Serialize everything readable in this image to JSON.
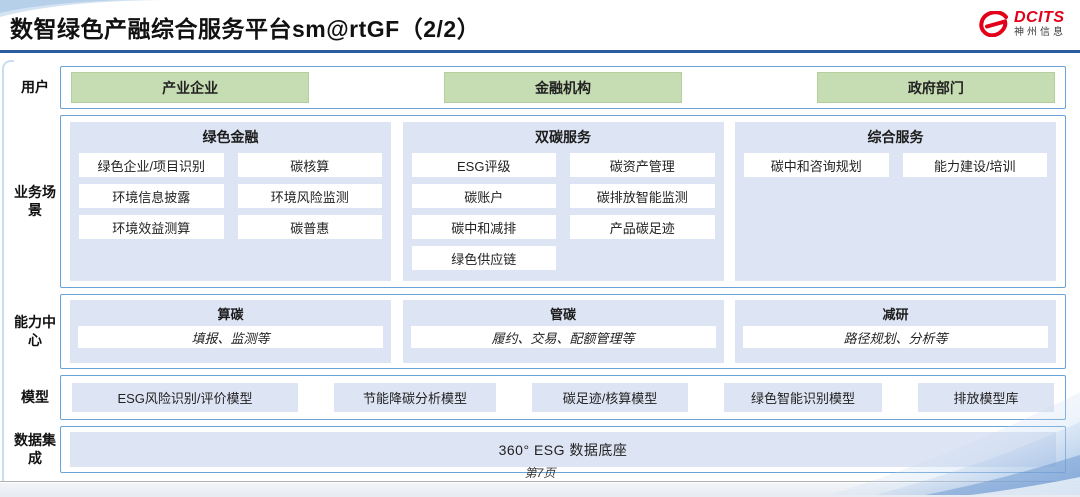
{
  "header": {
    "title": "数智绿色产融综合服务平台sm@rtGF（2/2）",
    "logo_brand": "DCITS",
    "logo_subtitle": "神州信息"
  },
  "diagram": {
    "user_row": {
      "label": "用户",
      "items": [
        "产业企业",
        "金融机构",
        "政府部门"
      ]
    },
    "scenario_row": {
      "label": "业务场景",
      "columns": [
        {
          "title": "绿色金融",
          "items": [
            "绿色企业/项目识别",
            "碳核算",
            "环境信息披露",
            "环境风险监测",
            "环境效益测算",
            "碳普惠"
          ]
        },
        {
          "title": "双碳服务",
          "items": [
            "ESG评级",
            "碳资产管理",
            "碳账户",
            "碳排放智能监测",
            "碳中和减排",
            "产品碳足迹",
            "绿色供应链"
          ]
        },
        {
          "title": "综合服务",
          "items": [
            "碳中和咨询规划",
            "能力建设/培训"
          ]
        }
      ]
    },
    "capability_row": {
      "label": "能力中心",
      "cards": [
        {
          "title": "算碳",
          "desc": "填报、监测等"
        },
        {
          "title": "管碳",
          "desc": "履约、交易、配额管理等"
        },
        {
          "title": "减研",
          "desc": "路径规划、分析等"
        }
      ]
    },
    "model_row": {
      "label": "模型",
      "items": [
        "ESG风险识别/评价模型",
        "节能降碳分析模型",
        "碳足迹/核算模型",
        "绿色智能识别模型",
        "排放模型库"
      ]
    },
    "data_row": {
      "label": "数据集成",
      "items": [
        "360° ESG 数据底座"
      ]
    }
  },
  "footer": {
    "page_number": "第7页"
  },
  "colors": {
    "title_underline": "#2a5d9f",
    "box_border_blue": "#6aa3d8",
    "panel_blue": "#dde4f3",
    "user_green": "#c6dcb3",
    "logo_red": "#e2001a"
  }
}
